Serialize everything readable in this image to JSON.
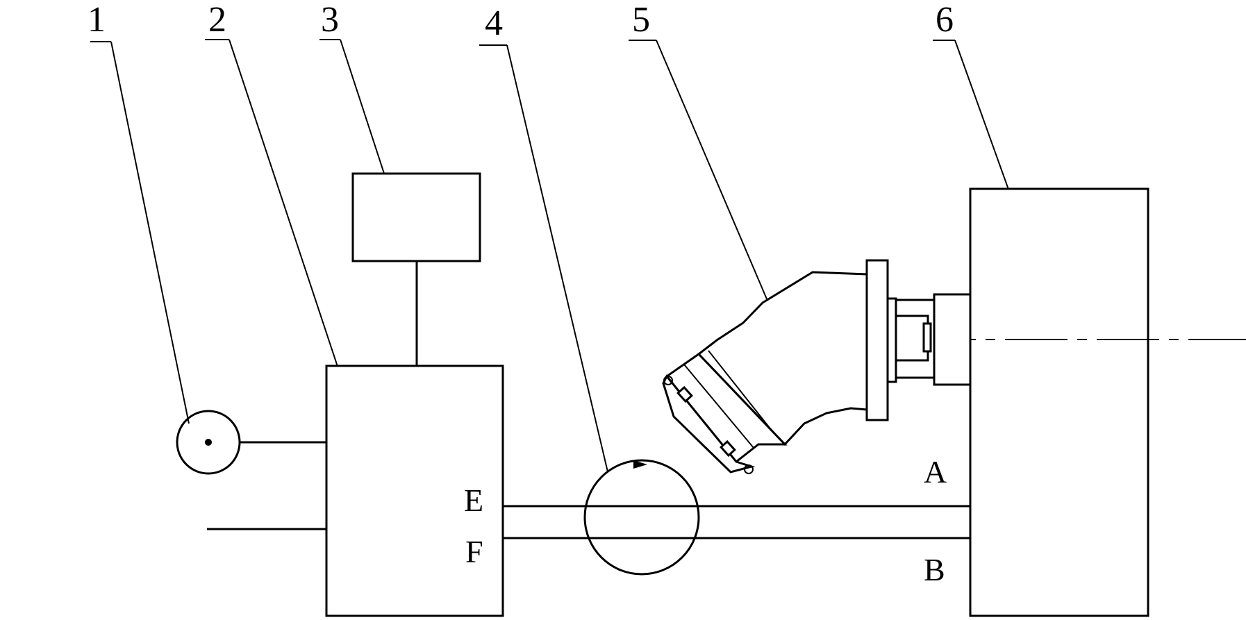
{
  "labels": {
    "n1": "1",
    "n2": "2",
    "n3": "3",
    "n4": "4",
    "n5": "5",
    "n6": "6",
    "port_e": "E",
    "port_f": "F",
    "port_a": "A",
    "port_b": "B"
  }
}
